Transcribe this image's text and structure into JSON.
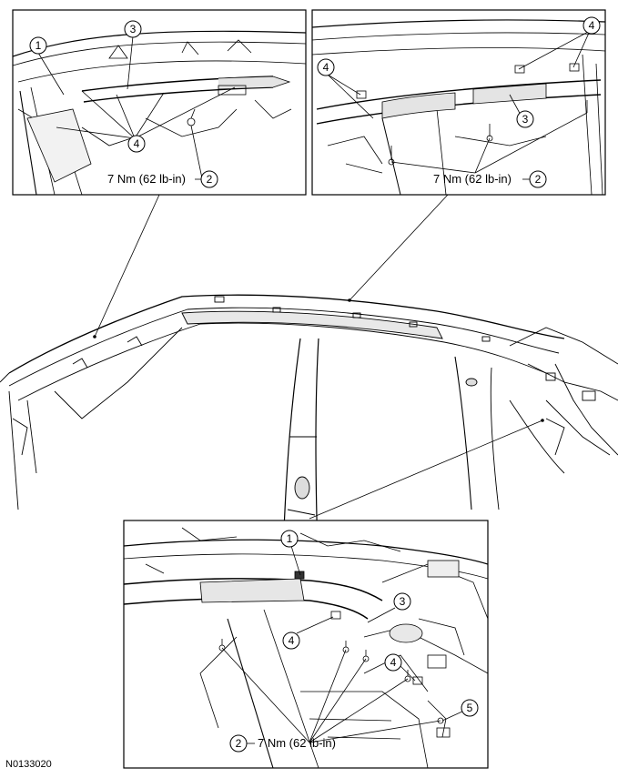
{
  "figure_id": "N0133020",
  "torque_label": "7 Nm (62 lb-in)",
  "callouts": {
    "one": "1",
    "two": "2",
    "three": "3",
    "four": "4",
    "five": "5"
  },
  "colors": {
    "line": "#000000",
    "panel_fill": "#f4f4f4",
    "body_fill": "#e6e6e6",
    "shade": "#cfcfcf"
  }
}
